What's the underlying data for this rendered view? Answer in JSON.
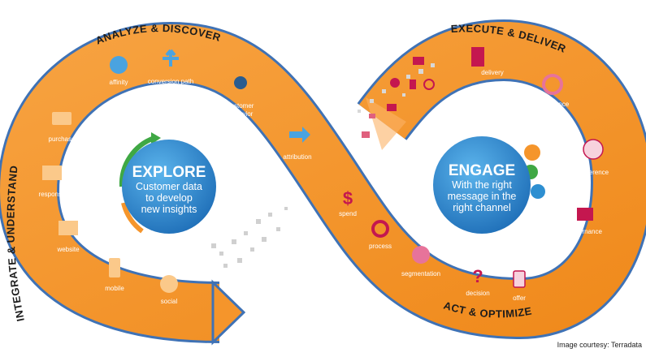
{
  "diagram": {
    "sections": {
      "analyze": "ANALYZE & DISCOVER",
      "execute": "EXECUTE & DELIVER",
      "integrate": "INTEGRATE & UNDERSTAND",
      "act": "ACT & OPTIMIZE"
    },
    "explore": {
      "title": "EXPLORE",
      "lines": [
        "Customer data",
        "to develop",
        "new insights"
      ]
    },
    "engage": {
      "title": "ENGAGE",
      "lines": [
        "With the right",
        "message in the",
        "right channel"
      ]
    },
    "steps": {
      "affinity": "affinity",
      "conversion_path": "conversion path",
      "customer_behavior_1": "customer",
      "customer_behavior_2": "behavior",
      "attribution": "attribution",
      "purchase": "purchase",
      "response": "response",
      "website": "website",
      "mobile": "mobile",
      "social": "social",
      "spend": "spend",
      "process": "process",
      "segmentation": "segmentation",
      "decision": "decision",
      "offer": "offer",
      "delivery": "delivery",
      "compliance": "compliance",
      "preference": "preference",
      "governance": "governance"
    },
    "credit": "Image courtesy: Terradata",
    "colors": {
      "band": "#f5952b",
      "band_light": "#fbb266",
      "outline": "#3f72b5",
      "circle": "#2e8fd1",
      "text": "#1c1c1c"
    }
  }
}
